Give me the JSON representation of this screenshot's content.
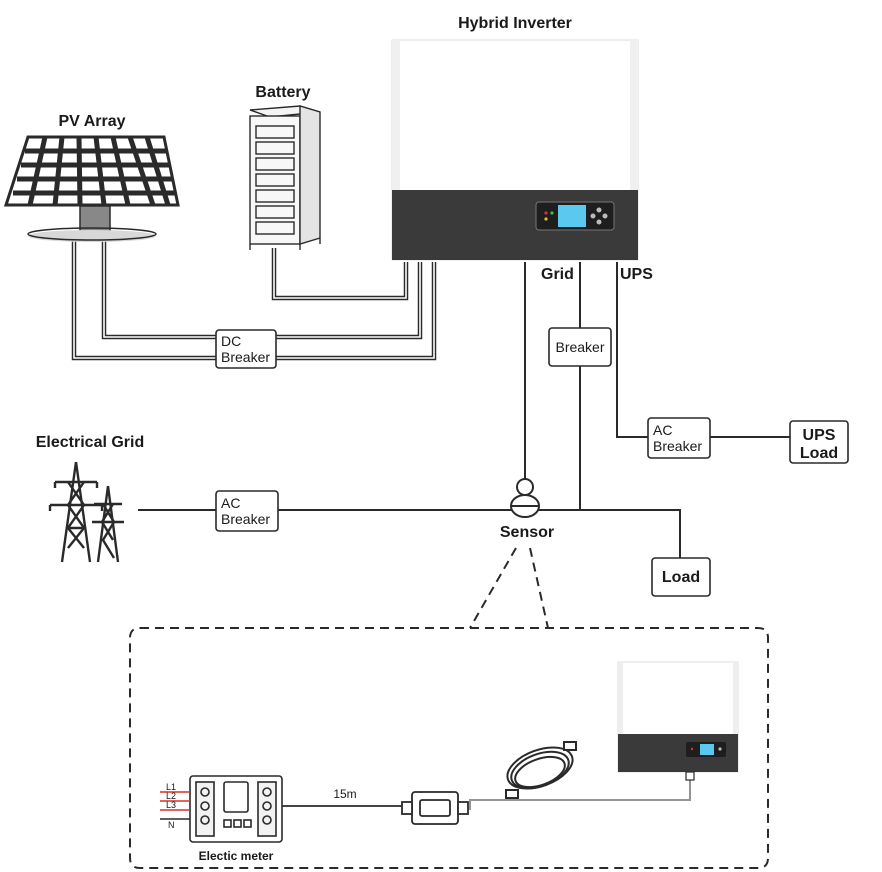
{
  "labels": {
    "hybrid_inverter": "Hybrid Inverter",
    "battery": "Battery",
    "pv_array": "PV Array",
    "grid_port": "Grid",
    "ups_port": "UPS",
    "electrical_grid": "Electrical Grid",
    "sensor": "Sensor",
    "cable_length": "15m",
    "electric_meter": "Electic meter"
  },
  "boxes": {
    "dc_breaker": [
      "DC",
      "Breaker"
    ],
    "grid_breaker": "Breaker",
    "ups_ac_breaker": [
      "AC",
      "Breaker"
    ],
    "ups_load": [
      "UPS",
      "Load"
    ],
    "grid_ac_breaker": [
      "AC",
      "Breaker"
    ],
    "load": "Load"
  },
  "meter_terminals": [
    "L1",
    "L2",
    "L3",
    "N"
  ],
  "colors": {
    "line": "#2a2a2a",
    "inverter_dark": "#3a3a3a",
    "display": "#5bc8f0",
    "meter_phase": "#d9302c"
  }
}
